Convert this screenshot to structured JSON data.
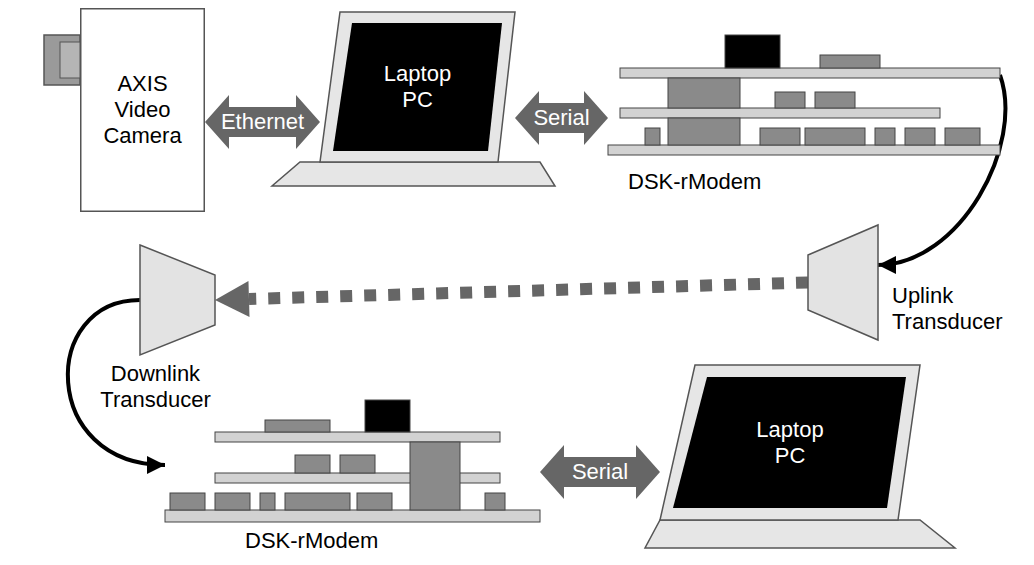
{
  "diagram": {
    "nodes": [
      {
        "text": [
          "AXIS Video Camera"
        ]
      },
      {
        "text": [
          "Laptop PC"
        ]
      },
      {
        "text": [
          "DSK-rModem"
        ]
      },
      {
        "text": [
          "Uplink Transducer"
        ]
      },
      {
        "text": [
          "Downlink Transducer"
        ]
      },
      {
        "text": [
          "DSK-rModem"
        ]
      },
      {
        "text": [
          "Laptop PC"
        ]
      }
    ],
    "edges": [
      {
        "from": 0,
        "to": 1,
        "label": "Ethernet",
        "arrow": "both"
      },
      {
        "from": 1,
        "to": 2,
        "label": "Serial",
        "arrow": "both"
      },
      {
        "from": 2,
        "to": 3,
        "arrow": "to"
      },
      {
        "from": 3,
        "to": 4,
        "arrow": "to"
      },
      {
        "from": 4,
        "to": 5,
        "arrow": "to"
      },
      {
        "from": 5,
        "to": 6,
        "label": "Serial",
        "arrow": "both"
      }
    ]
  }
}
